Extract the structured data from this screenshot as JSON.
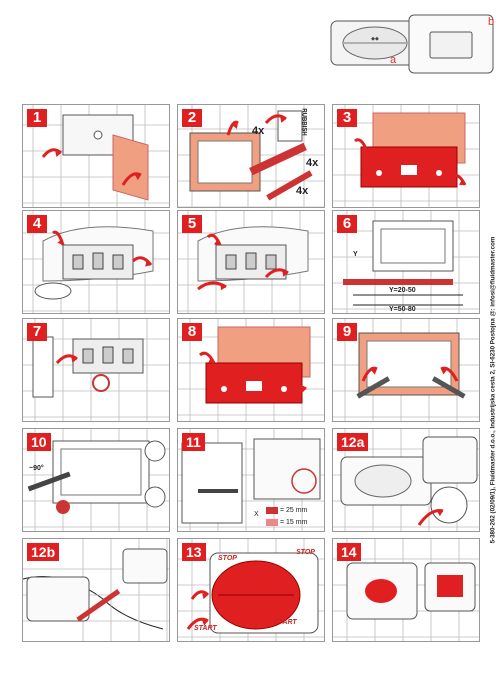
{
  "products": {
    "a_label": "a",
    "b_label": "b"
  },
  "steps": [
    {
      "id": "step-1",
      "label": "1"
    },
    {
      "id": "step-2",
      "label": "2"
    },
    {
      "id": "step-3",
      "label": "3"
    },
    {
      "id": "step-4",
      "label": "4"
    },
    {
      "id": "step-5",
      "label": "5"
    },
    {
      "id": "step-6",
      "label": "6"
    },
    {
      "id": "step-7",
      "label": "7"
    },
    {
      "id": "step-8",
      "label": "8"
    },
    {
      "id": "step-9",
      "label": "9"
    },
    {
      "id": "step-10",
      "label": "10"
    },
    {
      "id": "step-11",
      "label": "11"
    },
    {
      "id": "step-12a",
      "label": "12a"
    },
    {
      "id": "step-12b",
      "label": "12b"
    },
    {
      "id": "step-13",
      "label": "13"
    },
    {
      "id": "step-14",
      "label": "14"
    }
  ],
  "annotations": {
    "qty_4x": "4x",
    "rubbish": "RUBBISH",
    "y_range_1": "Y=20-50",
    "y_range_2": "Y=50-80",
    "y_label": "Y",
    "angle": "~90°",
    "x_label": "X",
    "dim_25": "= 25 mm",
    "dim_15": "= 15 mm",
    "stop": "STOP",
    "start": "START"
  },
  "footer_vertical": "5-380-262 (02/09/1), Fluidmaster d.o.o., Industrijska cesta 2, SI-6230 Postojna @: infosi@fluidmaster.com",
  "colors": {
    "accent": "#e02020",
    "tile_line": "#bbbbbb",
    "salmon": "#f0a080"
  }
}
